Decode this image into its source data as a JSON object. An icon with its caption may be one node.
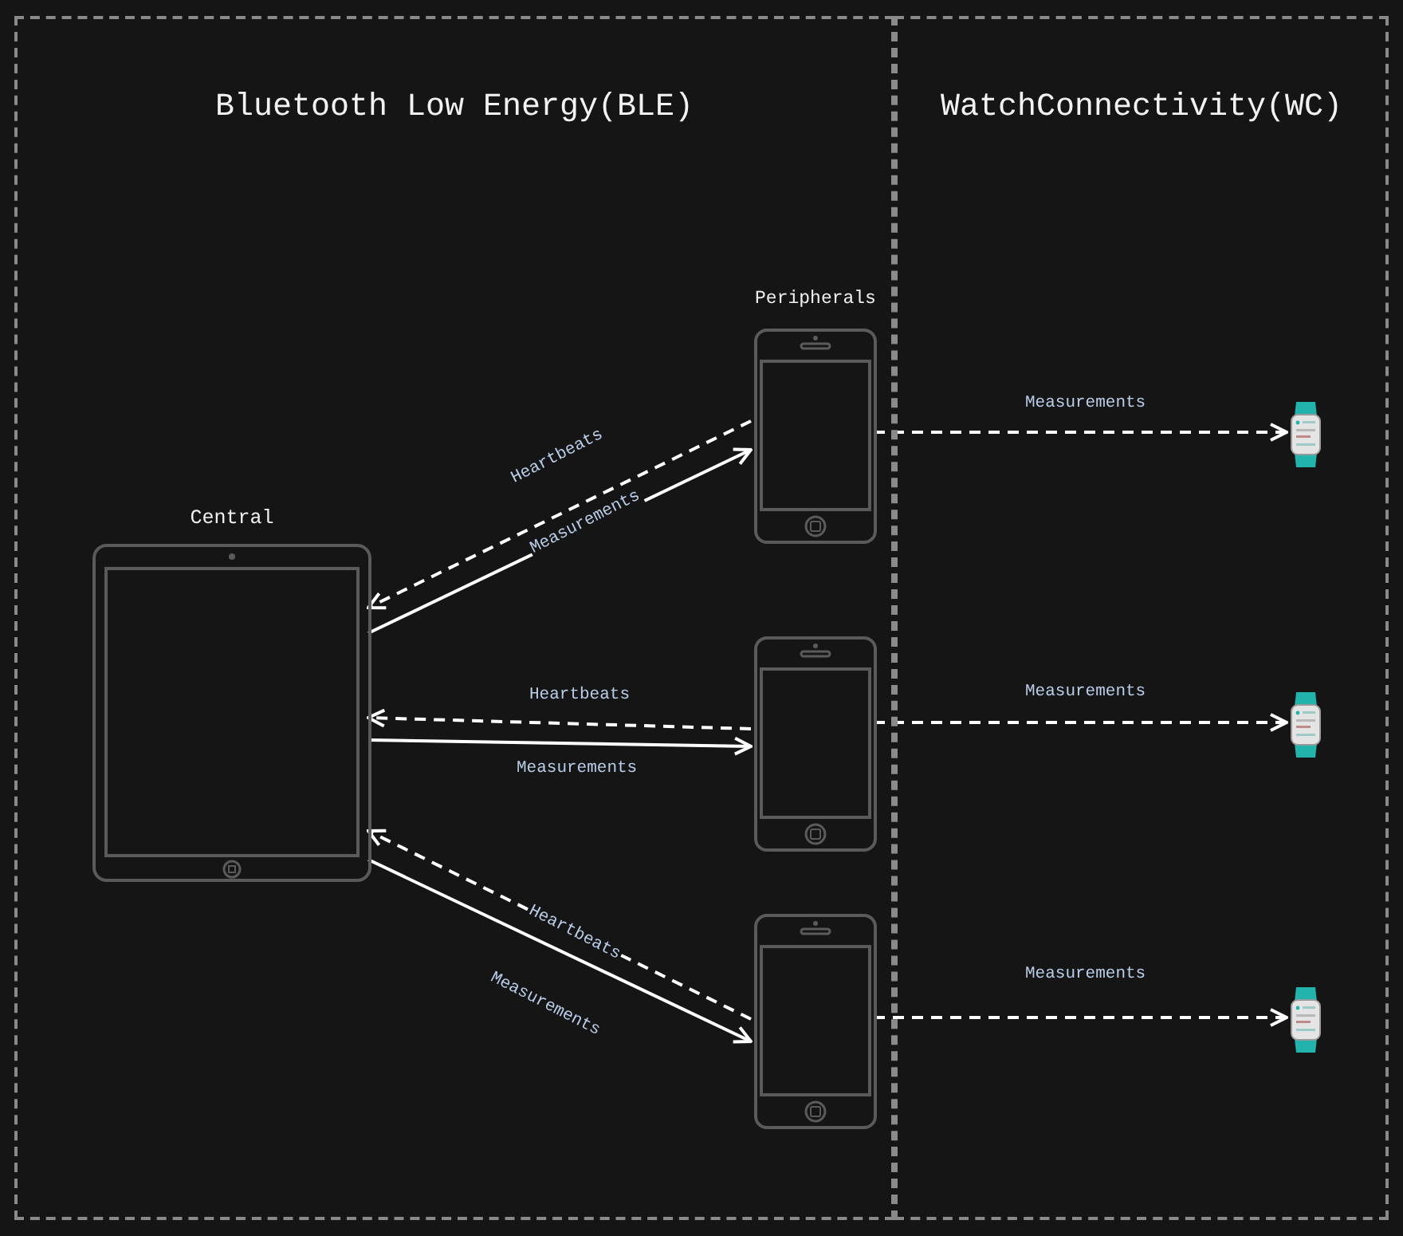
{
  "diagram": {
    "nodes": [
      {
        "text": [
          "Bluetooth Low Energy(BLE)"
        ]
      },
      {
        "text": [
          "WatchConnectivity(WC)"
        ]
      },
      {
        "text": [
          "Central"
        ],
        "in": 0
      },
      {
        "text": [
          "Peripherals"
        ],
        "in": 0
      },
      {
        "text": [],
        "shape": "picture",
        "in": 0
      },
      {
        "text": [],
        "shape": "picture",
        "in": 0
      },
      {
        "text": [],
        "shape": "picture",
        "in": 1
      },
      {
        "text": [],
        "shape": "picture",
        "in": 1
      },
      {
        "text": [],
        "shape": "picture",
        "in": 1
      }
    ],
    "edges": [
      {
        "from": 3,
        "to": 2,
        "arrow": "to",
        "label": "Heartbeats",
        "style": "dashed"
      },
      {
        "from": 2,
        "to": 3,
        "arrow": "to",
        "label": "Measurements"
      },
      {
        "from": 4,
        "to": 2,
        "arrow": "to",
        "label": "Heartbeats",
        "style": "dashed"
      },
      {
        "from": 2,
        "to": 4,
        "arrow": "to",
        "label": "Measurements"
      },
      {
        "from": 5,
        "to": 2,
        "arrow": "to",
        "label": "Heartbeats",
        "style": "dashed"
      },
      {
        "from": 2,
        "to": 5,
        "arrow": "to",
        "label": "Measurements"
      },
      {
        "from": 3,
        "to": 6,
        "arrow": "to",
        "label": "Measurements",
        "style": "dashed"
      },
      {
        "from": 4,
        "to": 7,
        "arrow": "to",
        "label": "Measurements",
        "style": "dashed"
      },
      {
        "from": 5,
        "to": 8,
        "arrow": "to",
        "label": "Measurements",
        "style": "dashed"
      }
    ]
  }
}
